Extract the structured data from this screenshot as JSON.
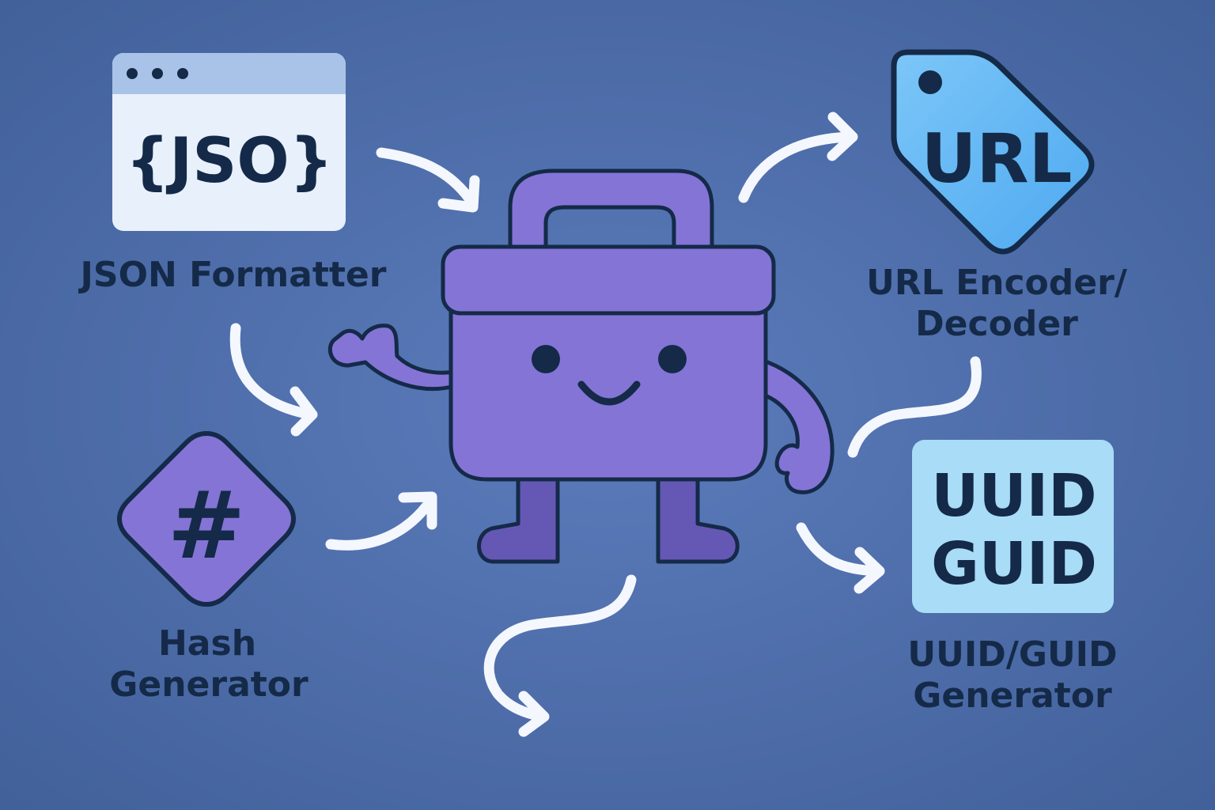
{
  "colors": {
    "background_center": "#5b7bbb",
    "background_edge": "#405f98",
    "dark_navy": "#142a48",
    "mascot_purple": "#8474d6",
    "mascot_leg_purple": "#6558b4",
    "json_card": "#e8f0fb",
    "json_titlebar": "#a9c3e8",
    "url_tag": "#5bb5f5",
    "uuid_card": "#a8dcf7",
    "hash_diamond": "#8474d6",
    "arrow": "#f4f7fd"
  },
  "json_tool": {
    "icon_text": "{JSO}",
    "label": "JSON Formatter",
    "icon": "browser-window-icon"
  },
  "url_tool": {
    "icon_text": "URL",
    "label_line1": "URL Encoder/",
    "label_line2": "Decoder",
    "icon": "price-tag-icon"
  },
  "hash_tool": {
    "icon_text": "#",
    "label_line1": "Hash",
    "label_line2": "Generator",
    "icon": "diamond-icon"
  },
  "uuid_tool": {
    "icon_line1": "UUID",
    "icon_line2": "GUID",
    "label_line1": "UUID/GUID",
    "label_line2": "Generator",
    "icon": "card-icon"
  },
  "mascot": {
    "icon": "toolbox-mascot-icon"
  }
}
